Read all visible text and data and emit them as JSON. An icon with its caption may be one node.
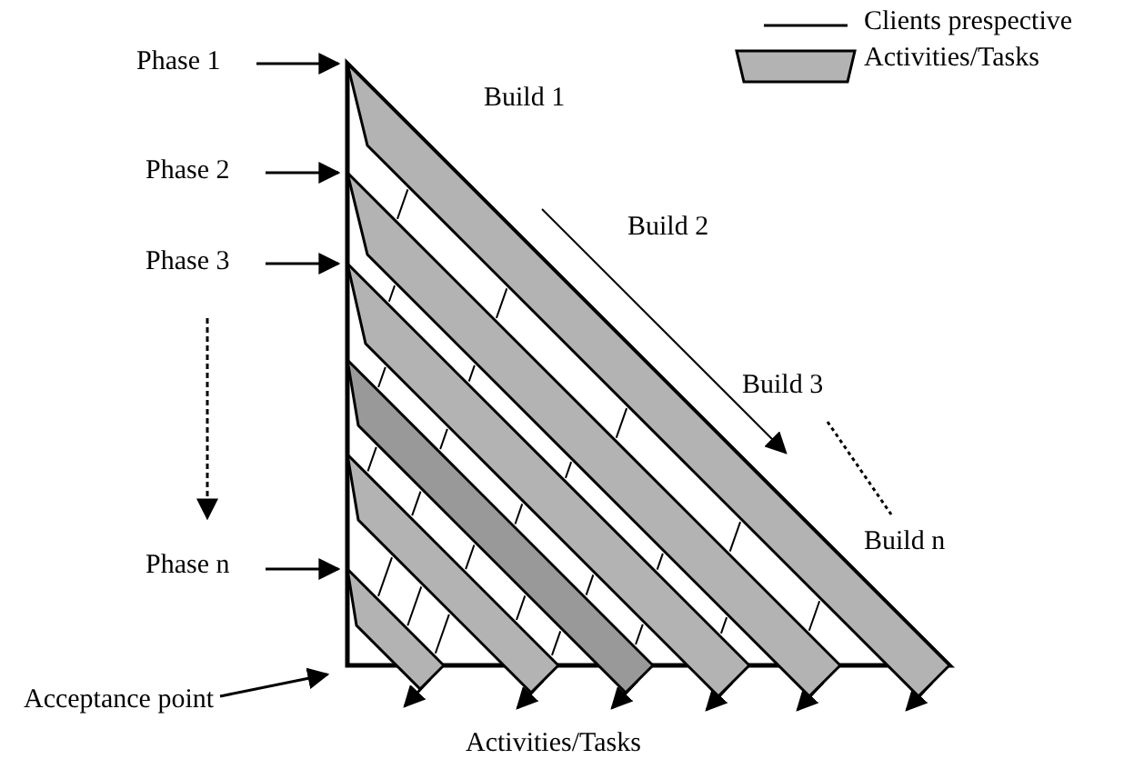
{
  "diagram": {
    "nodes": [
      {
        "text": [
          "Phase 1"
        ]
      },
      {
        "text": [
          "Phase 2"
        ]
      },
      {
        "text": [
          "Phase 3"
        ]
      },
      {
        "text": [
          "Phase n"
        ]
      },
      {
        "text": [
          "Acceptance point"
        ]
      },
      {
        "text": [],
        "shape": "bar"
      },
      {
        "text": [],
        "shape": "bar"
      },
      {
        "text": [],
        "shape": "bar"
      },
      {
        "text": [],
        "shape": "bar"
      },
      {
        "text": [],
        "shape": "bar"
      },
      {
        "text": [],
        "shape": "bar"
      }
    ],
    "edges": [
      {
        "from": 0,
        "to": 5,
        "arrow": "to"
      },
      {
        "from": 1,
        "to": 6,
        "arrow": "to"
      },
      {
        "from": 2,
        "to": 7,
        "arrow": "to"
      },
      {
        "from": 3,
        "to": 10,
        "arrow": "to"
      },
      {
        "from": 4,
        "to": null,
        "arrow": "to"
      }
    ],
    "labels": [
      "Build 1",
      "Build 2",
      "Build 3",
      "Build n",
      "Activities/Tasks"
    ],
    "legend": [
      {
        "text": "Clients prespective"
      },
      {
        "text": "Activities/Tasks"
      }
    ]
  }
}
